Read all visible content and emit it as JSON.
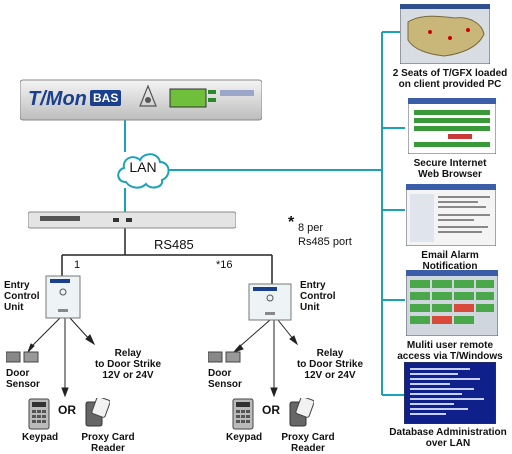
{
  "diagram": {
    "main_unit": {
      "brand_t": "T/",
      "brand_mon": "Mon",
      "brand_bas": "BAS"
    },
    "lan_cloud": "LAN",
    "rs485": {
      "label": "RS485",
      "left_index": "1",
      "right_index": "*16"
    },
    "note": {
      "star": "*",
      "line1": "8 per",
      "line2": "Rs485 port"
    },
    "entry_left": {
      "line1": "Entry",
      "line2": "Control",
      "line3": "Unit"
    },
    "entry_right": {
      "line1": "Entry",
      "line2": "Control",
      "line3": "Unit"
    },
    "door_sensor_left": {
      "line1": "Door",
      "line2": "Sensor"
    },
    "door_sensor_right": {
      "line1": "Door",
      "line2": "Sensor"
    },
    "relay_left": {
      "line1": "Relay",
      "line2": "to Door Strike",
      "line3": "12V or 24V"
    },
    "relay_right": {
      "line1": "Relay",
      "line2": "to Door Strike",
      "line3": "12V or 24V"
    },
    "or_left": "OR",
    "or_right": "OR",
    "keypad_left": "Keypad",
    "keypad_right": "Keypad",
    "proxy_left": {
      "line1": "Proxy Card",
      "line2": "Reader"
    },
    "proxy_right": {
      "line1": "Proxy Card",
      "line2": "Reader"
    },
    "clients": [
      {
        "line1": "2 Seats of T/GFX loaded",
        "line2": "on client provided PC"
      },
      {
        "line1": "Secure Internet",
        "line2": "Web Browser"
      },
      {
        "line1": "Email Alarm",
        "line2": "Notification"
      },
      {
        "line1": "Muliti user remote",
        "line2": "access via T/Windows"
      },
      {
        "line1": "Database Administration",
        "line2": "over LAN"
      }
    ]
  },
  "colors": {
    "lan_line": "#1aa3b8",
    "wire": "#222222",
    "bas_box": "#1a3f8c",
    "brand_blue": "#1a3f8c"
  }
}
